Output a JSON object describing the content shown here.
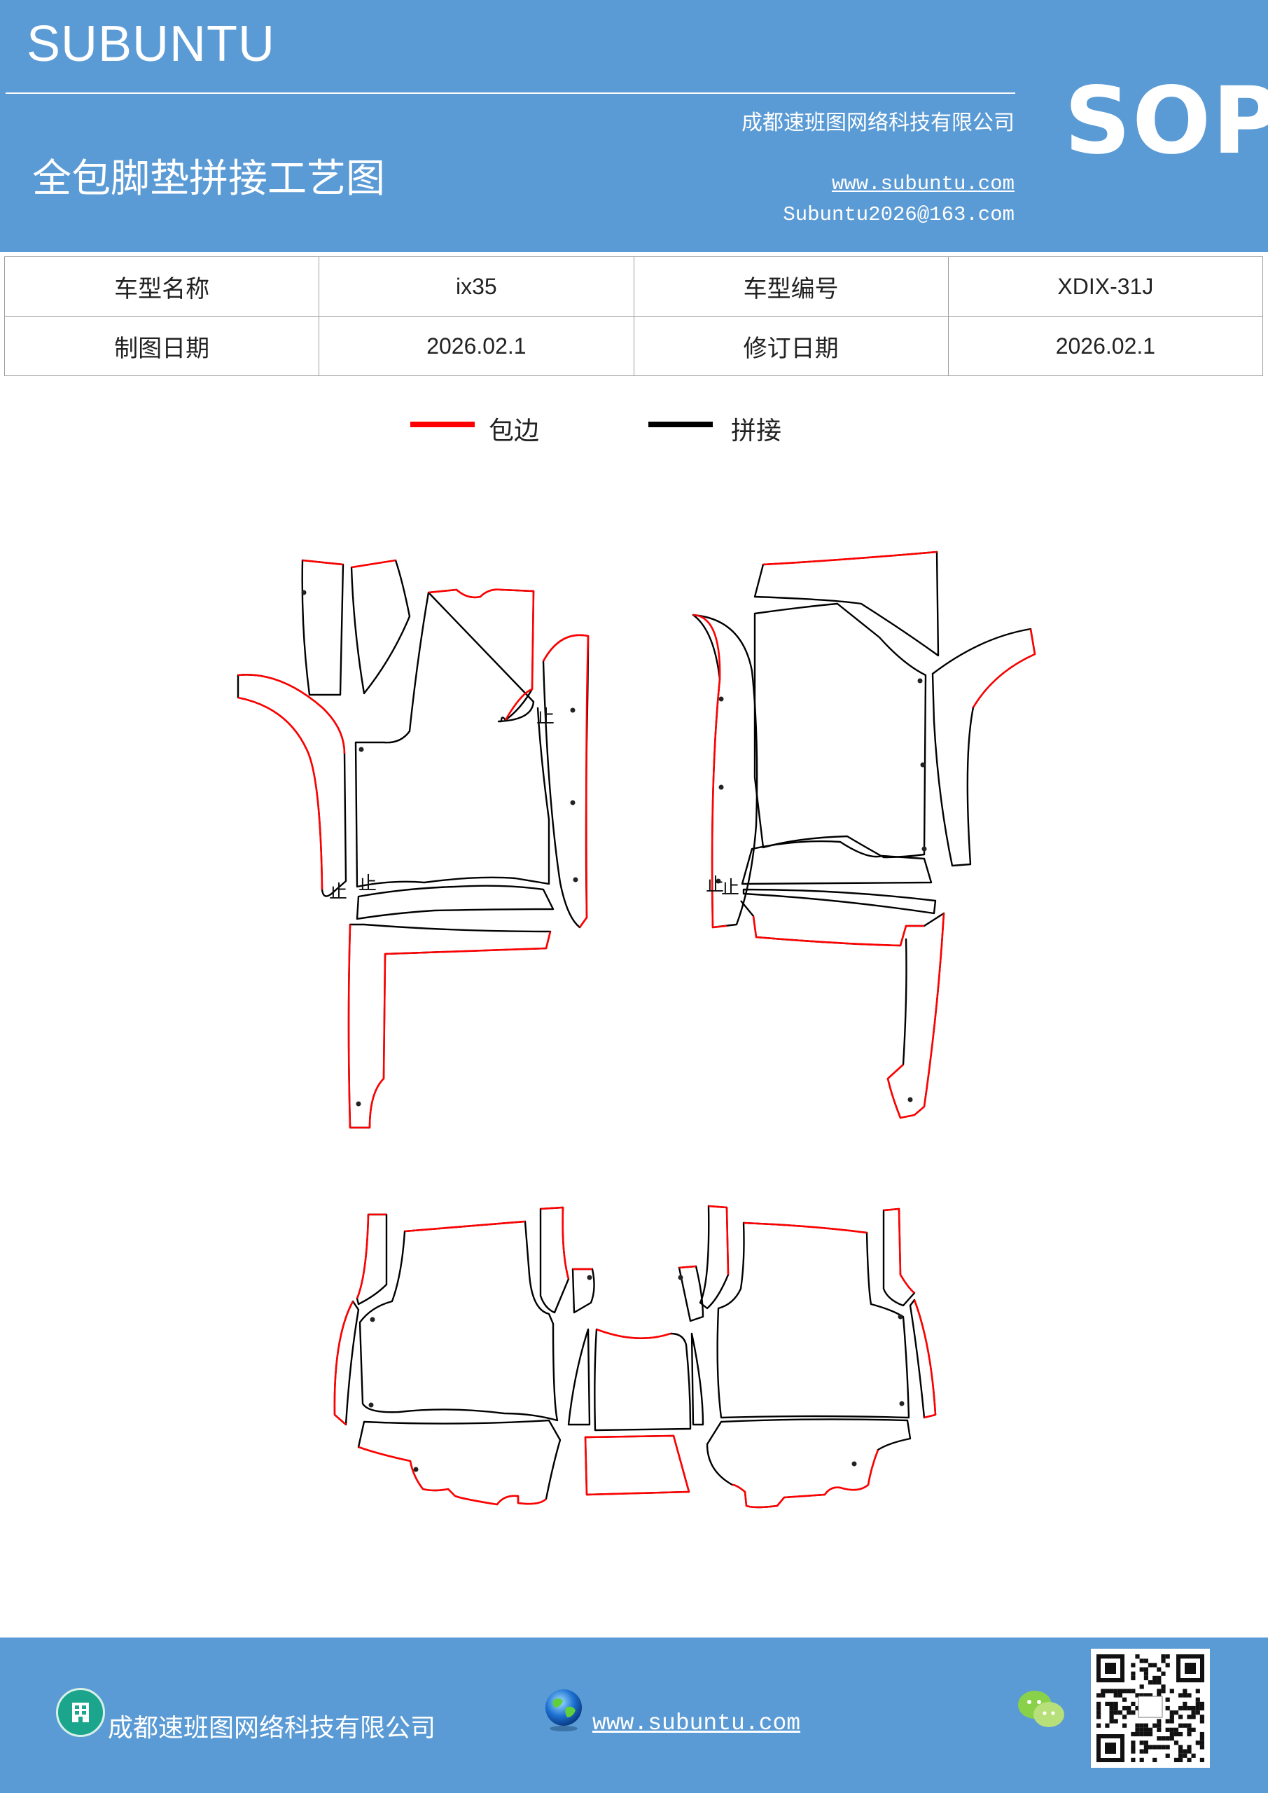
{
  "header": {
    "brand": "SUBUNTU",
    "company": "成都速班图网络科技有限公司",
    "title": "全包脚垫拼接工艺图",
    "website": "www.subuntu.com",
    "email": "Subuntu2026@163.com",
    "badge": "SOP",
    "background_color": "#5b9bd5"
  },
  "info_table": {
    "rows": [
      {
        "label1": "车型名称",
        "value1": "ix35",
        "label2": "车型编号",
        "value2": "XDIX-31J"
      },
      {
        "label1": "制图日期",
        "value1": "2026.02.1",
        "label2": "修订日期",
        "value2": "2026.02.1"
      }
    ]
  },
  "legend": {
    "items": [
      {
        "label": "包边",
        "color": "#ff0000"
      },
      {
        "label": "拼接",
        "color": "#000000"
      }
    ]
  },
  "drawing": {
    "marks": [
      "止",
      "止",
      "止",
      "止",
      "止"
    ],
    "edge_color": "#ff0000",
    "seam_color": "#000000"
  },
  "footer": {
    "company": "成都速班图网络科技有限公司",
    "website": "www.subuntu.com",
    "company_icon": "building-icon",
    "website_icon": "globe-icon",
    "contact_icon": "wechat-icon",
    "qr": "qr-code"
  }
}
